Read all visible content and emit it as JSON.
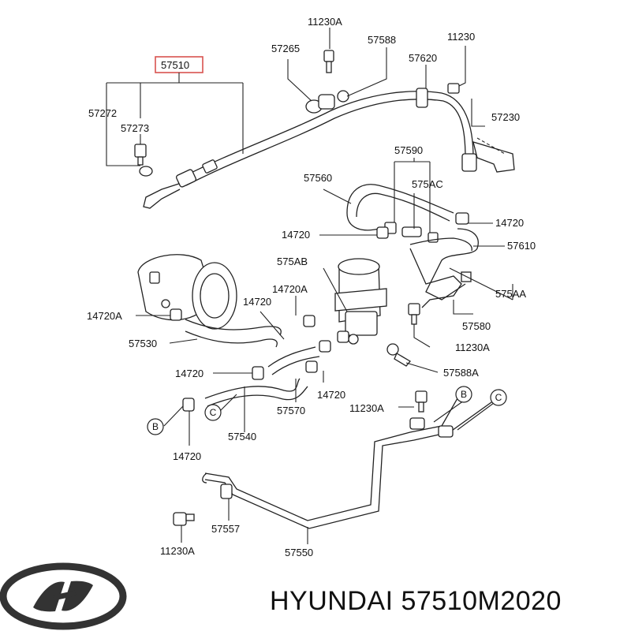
{
  "diagram": {
    "labels": {
      "p57510": "57510",
      "p57272": "57272",
      "p57273": "57273",
      "p57265": "57265",
      "p11230A_top": "11230A",
      "p57588": "57588",
      "p11230_top": "11230",
      "p57620": "57620",
      "p57230": "57230",
      "p57590": "57590",
      "p57560": "57560",
      "p575AC": "575AC",
      "p14720_a": "14720",
      "p14720_b": "14720",
      "p57610": "57610",
      "p575AB": "575AB",
      "p14720A_a": "14720A",
      "p14720_c": "14720",
      "p575AA": "575AA",
      "p14720A_b": "14720A",
      "p57580": "57580",
      "p57530": "57530",
      "p11230A_mid": "11230A",
      "p57588A": "57588A",
      "p14720_d": "14720",
      "p14720_e": "14720",
      "p11230A_low": "11230A",
      "p57570": "57570",
      "p57540": "57540",
      "p14720_f": "14720",
      "p57557": "57557",
      "p11230A_bot": "11230A",
      "p57550": "57550"
    },
    "callouts": {
      "B_left": "B",
      "C_left": "C",
      "B_right": "B",
      "C_right": "C"
    },
    "highlight_color": "#d9534f"
  },
  "brand": {
    "text": "HYUNDAI 57510M2020"
  }
}
